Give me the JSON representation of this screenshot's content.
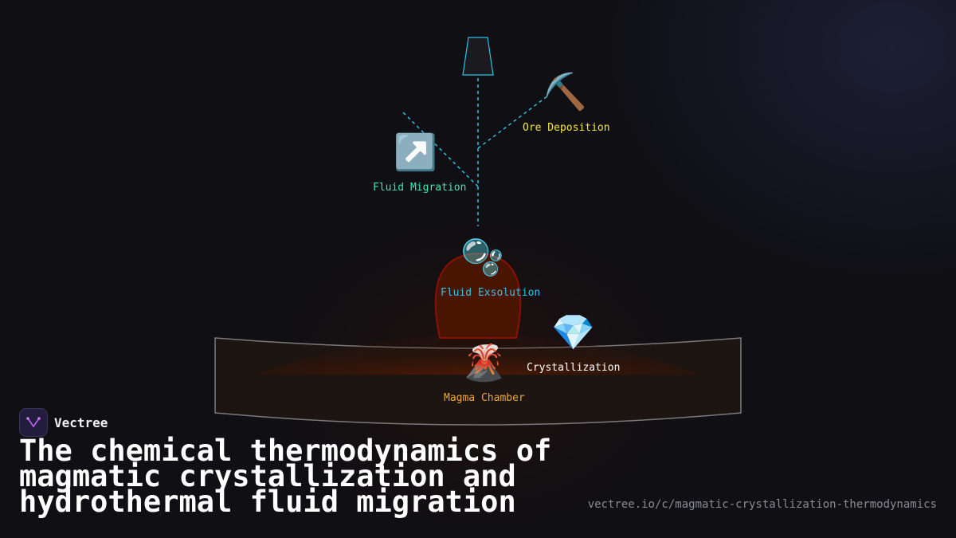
{
  "diagram": {
    "nodes": [
      {
        "id": "ore_deposition",
        "label": "Ore Deposition",
        "icon": "pick-icon",
        "glyph": "⛏️",
        "color": "#f5e642"
      },
      {
        "id": "fluid_migration",
        "label": "Fluid Migration",
        "icon": "up-right-arrow-icon",
        "glyph": "↗️",
        "color": "#3ee8b0"
      },
      {
        "id": "fluid_exsolution",
        "label": "Fluid Exsolution",
        "icon": "bubbles-icon",
        "glyph": "🫧",
        "color": "#2ec4e6"
      },
      {
        "id": "crystallization",
        "label": "Crystallization",
        "icon": "gem-icon",
        "glyph": "💎",
        "color": "#ffffff"
      },
      {
        "id": "magma_chamber",
        "label": "Magma Chamber",
        "icon": "volcano-icon",
        "glyph": "🌋",
        "color": "#f0a830"
      }
    ],
    "colors": {
      "flow_line": "#29c4e6",
      "magma": "#5a1a00",
      "crust_outline": "#8a8a8a"
    }
  },
  "brand": {
    "name": "Vectree",
    "icon": "vectree-logo-icon"
  },
  "title_lines": [
    "The chemical thermodynamics of",
    "magmatic crystallization and",
    "hydrothermal fluid migration"
  ],
  "url": "vectree.io/c/magmatic-crystallization-thermodynamics"
}
